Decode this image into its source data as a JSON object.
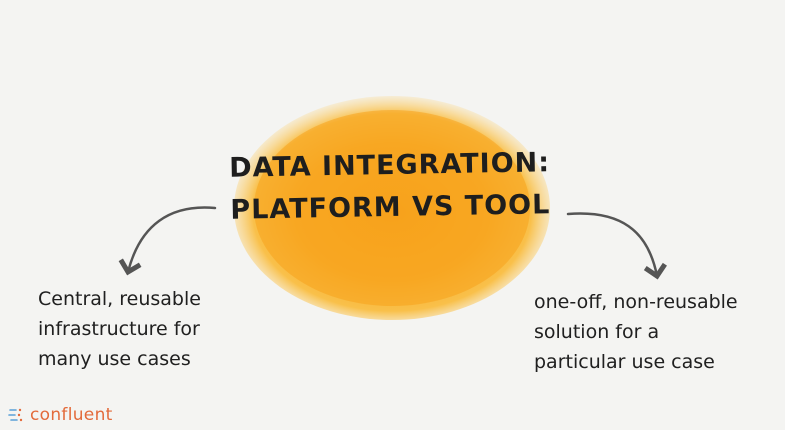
{
  "title": {
    "line1": "DATA INTEGRATION:",
    "line2": "PLATFORM VS TOOL"
  },
  "left_note": {
    "line1": "Central, reusable",
    "line2": "infrastructure for",
    "line3": "many use cases"
  },
  "right_note": {
    "line1": "one-off, non-reusable",
    "line2": "solution for a",
    "line3": "particular use case"
  },
  "logo": {
    "text": "confluent"
  },
  "colors": {
    "background": "#f4f4f2",
    "blob": "#f7a21c",
    "ink": "#1e1e1e",
    "arrow": "#555555",
    "logo": "#e36a3a",
    "logo_mark": "#5aa0d8"
  }
}
